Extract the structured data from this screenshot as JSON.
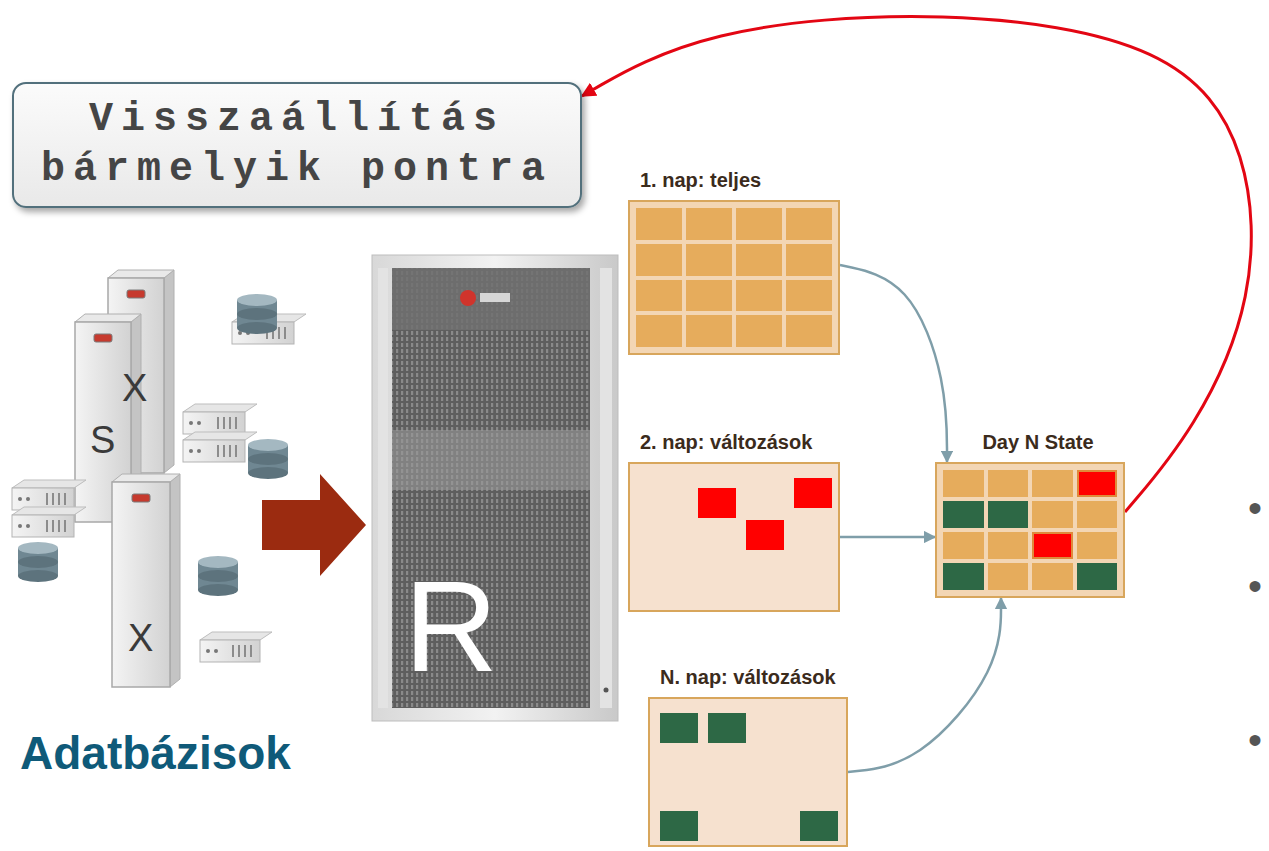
{
  "diagram": {
    "nodes": [
      {
        "text": [
          "Visszaállítás bármelyik pontra"
        ]
      },
      {
        "text": [
          "1. nap: teljes"
        ]
      },
      {
        "text": [
          "2. nap: változások"
        ]
      },
      {
        "text": [
          "N. nap: változások"
        ]
      },
      {
        "text": [
          "Day N State"
        ]
      }
    ],
    "edges": [
      {
        "from": 1,
        "to": 4,
        "arrow": "to"
      },
      {
        "from": 2,
        "to": 4,
        "arrow": "to"
      },
      {
        "from": 3,
        "to": 4,
        "arrow": "to"
      },
      {
        "from": 4,
        "to": 0,
        "arrow": "to"
      }
    ],
    "labels": [
      "X",
      "S",
      "X",
      "R",
      "Adatbázisok",
      "•",
      "•",
      "•"
    ]
  }
}
